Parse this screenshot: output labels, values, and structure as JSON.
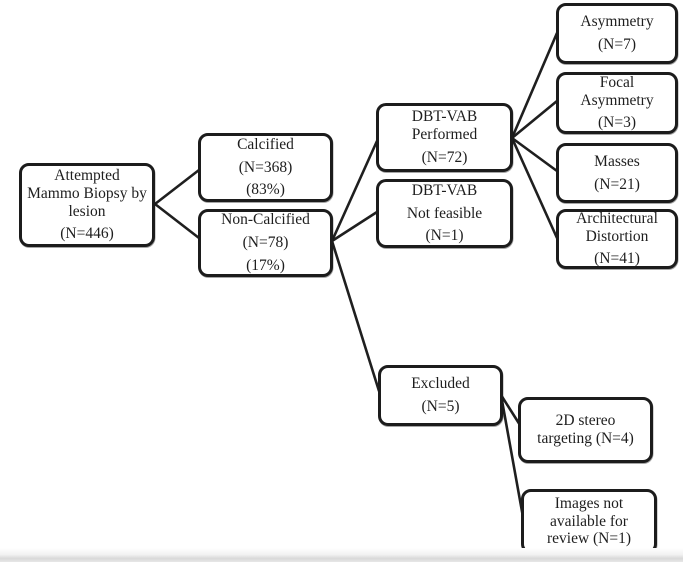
{
  "diagram": {
    "type": "flowchart",
    "background_color": "#ffffff",
    "box_border_color": "#1c1c1c",
    "connector_color": "#1f1f1f",
    "text_color": "#1e1e1e",
    "nodes": {
      "root": {
        "lines": [
          "Attempted",
          "Mammo Biopsy by",
          "lesion"
        ],
        "count": "(N=446)"
      },
      "calcified": {
        "label": "Calcified",
        "count": "(N=368)",
        "percent": "(83%)"
      },
      "non_calcified": {
        "label": "Non-Calcified",
        "count": "(N=78)",
        "percent": "(17%)"
      },
      "dbt_vab_performed": {
        "lines": [
          "DBT-VAB",
          "Performed"
        ],
        "count": "(N=72)"
      },
      "dbt_vab_not_feasible": {
        "lines": [
          "DBT-VAB",
          "Not feasible"
        ],
        "count": "(N=1)"
      },
      "excluded": {
        "label": "Excluded",
        "count": "(N=5)"
      },
      "asymmetry": {
        "label": "Asymmetry",
        "count": "(N=7)"
      },
      "focal_asymmetry": {
        "lines": [
          "Focal",
          "Asymmetry"
        ],
        "count": "(N=3)"
      },
      "masses": {
        "label": "Masses",
        "count": "(N=21)"
      },
      "architectural_distortion": {
        "lines": [
          "Architectural",
          "Distortion"
        ],
        "count": "(N=41)"
      },
      "stereo_2d": {
        "lines": [
          "2D stereo",
          "targeting (N=4)"
        ]
      },
      "images_not_available": {
        "lines": [
          "Images not",
          "available for",
          "review (N=1)"
        ]
      }
    },
    "edges": [
      "root -> calcified",
      "root -> non_calcified",
      "non_calcified -> dbt_vab_performed",
      "non_calcified -> dbt_vab_not_feasible",
      "non_calcified -> excluded",
      "dbt_vab_performed -> asymmetry",
      "dbt_vab_performed -> focal_asymmetry",
      "dbt_vab_performed -> masses",
      "dbt_vab_performed -> architectural_distortion",
      "excluded -> stereo_2d",
      "excluded -> images_not_available"
    ]
  }
}
